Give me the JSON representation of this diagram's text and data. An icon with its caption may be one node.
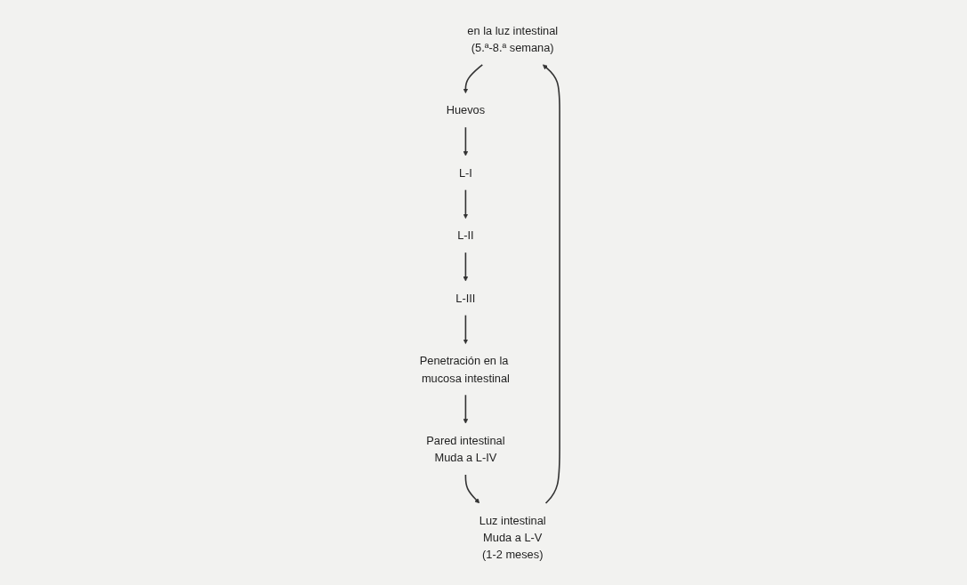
{
  "diagram": {
    "nodes": [
      {
        "text": [
          "en la luz intestinal",
          "(5.ª-8.ª semana)"
        ]
      },
      {
        "text": [
          "Huevos"
        ]
      },
      {
        "text": [
          "Luz intestinal",
          "Muda a L-V",
          "(1-2 meses)"
        ]
      },
      {
        "text": [
          "L-I"
        ]
      },
      {
        "text": [
          "L-III"
        ]
      },
      {
        "text": [
          "L-II"
        ]
      },
      {
        "text": [
          "Pared intestinal",
          "Muda a L-IV"
        ]
      },
      {
        "text": [
          "Penetración en la mucosa intestinal"
        ]
      }
    ],
    "edges": [
      {
        "from": 2,
        "to": 0,
        "arrow": "to"
      },
      {
        "from": 0,
        "to": 1,
        "arrow": "to"
      },
      {
        "from": 1,
        "to": 3,
        "arrow": "to"
      },
      {
        "from": 3,
        "to": 5,
        "arrow": "to"
      },
      {
        "from": 5,
        "to": 4,
        "arrow": "to"
      },
      {
        "from": 4,
        "to": 7,
        "arrow": "to"
      },
      {
        "from": 7,
        "to": 6,
        "arrow": "to"
      },
      {
        "from": 6,
        "to": 2,
        "arrow": "to"
      }
    ]
  }
}
